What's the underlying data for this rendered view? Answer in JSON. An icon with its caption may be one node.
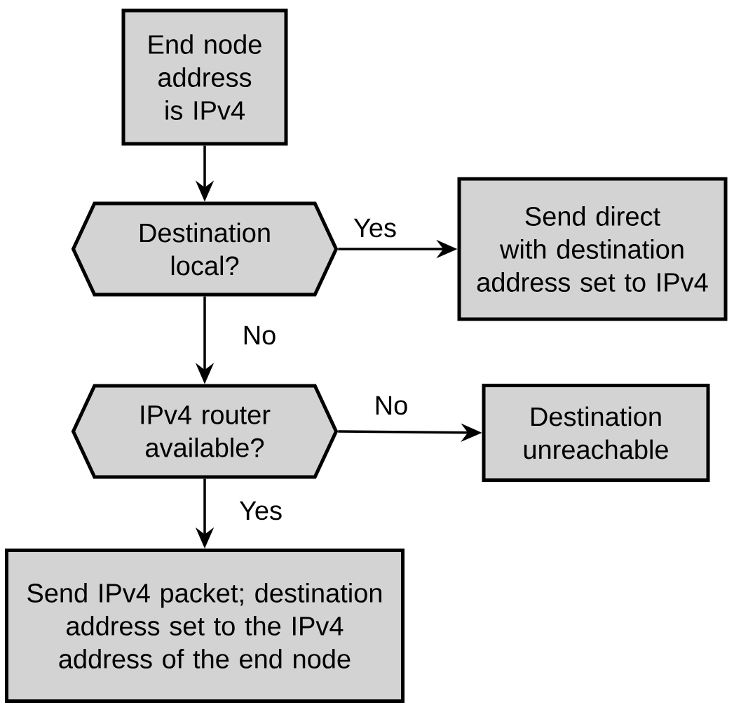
{
  "diagram": {
    "nodes": [
      {
        "text": [
          "End node address is IPv4"
        ]
      },
      {
        "text": [
          "Destination local?"
        ]
      },
      {
        "text": [
          "Send direct with destination address set to IPv4"
        ]
      },
      {
        "text": [
          "IPv4 router available?"
        ]
      },
      {
        "text": [
          "Destination unreachable"
        ]
      },
      {
        "text": [
          "Send IPv4 packet; destination address set to the IPv4 address of the end node"
        ]
      }
    ],
    "edges": [
      {
        "from": 0,
        "to": 1,
        "arrow": "to"
      },
      {
        "from": 1,
        "to": 2,
        "arrow": "to",
        "label": "Yes"
      },
      {
        "from": 1,
        "to": 3,
        "arrow": "to",
        "label": "No"
      },
      {
        "from": 3,
        "to": 4,
        "arrow": "to",
        "label": "No"
      },
      {
        "from": 3,
        "to": 5,
        "arrow": "to",
        "label": "Yes"
      }
    ]
  }
}
